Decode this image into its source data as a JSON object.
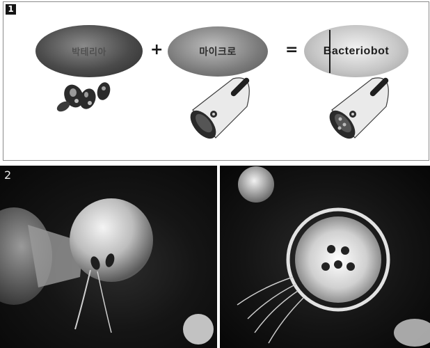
{
  "panel1": {
    "number": "1",
    "ovals": {
      "bacteria": "박테리아",
      "microrobot": "마이크로",
      "bacteriobot": "Bacteriobot"
    },
    "operators": {
      "plus": "+",
      "equals": "="
    }
  },
  "panel2": {
    "number": "2"
  }
}
